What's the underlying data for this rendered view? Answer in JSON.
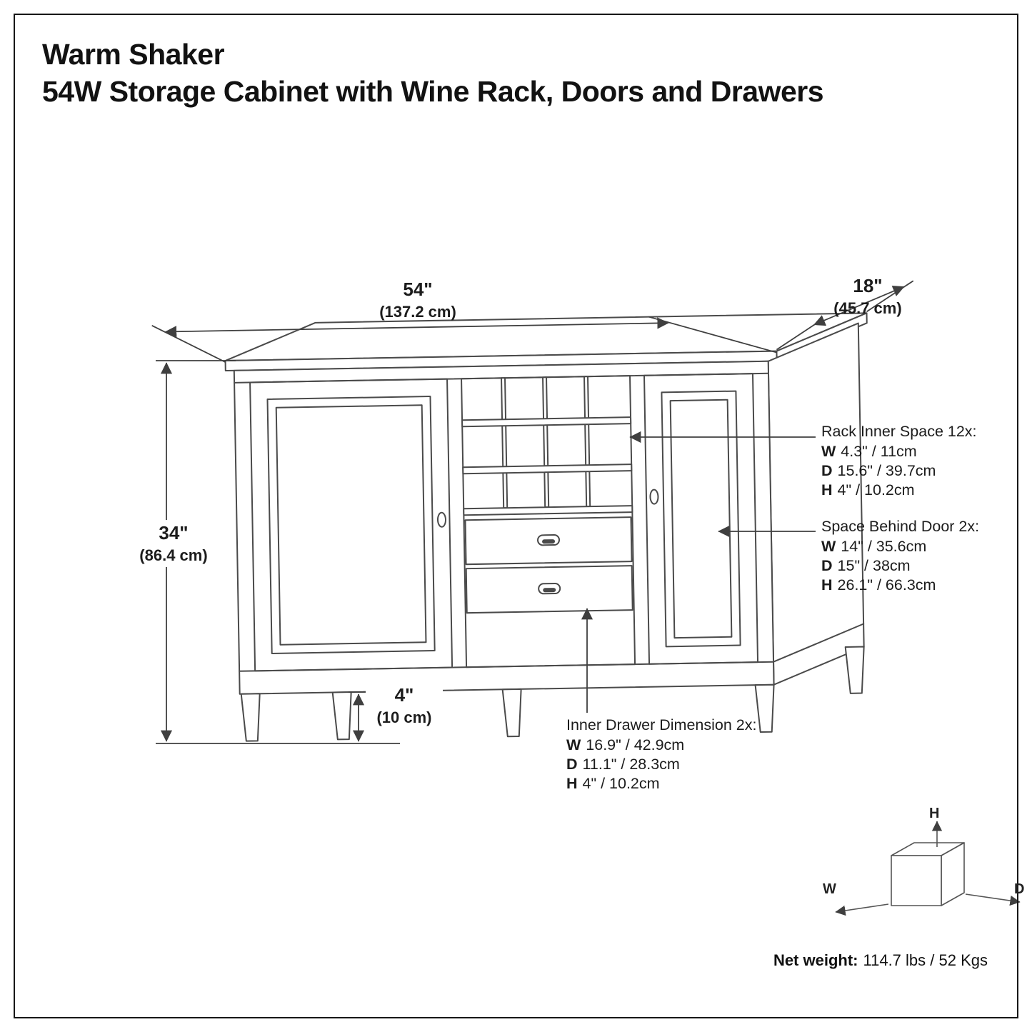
{
  "title": {
    "line1": "Warm Shaker",
    "line2": "54W Storage Cabinet with Wine Rack, Doors and Drawers"
  },
  "dimensions": {
    "width": {
      "value": "54\"",
      "metric": "(137.2 cm)"
    },
    "depth": {
      "value": "18\"",
      "metric": "(45.7 cm)"
    },
    "height": {
      "value": "34\"",
      "metric": "(86.4 cm)"
    },
    "leg_height": {
      "value": "4\"",
      "metric": "(10 cm)"
    }
  },
  "callouts": {
    "rack": {
      "title": "Rack Inner Space 12x:",
      "lines": [
        {
          "label": "W",
          "value": "4.3\" / 11cm"
        },
        {
          "label": "D",
          "value": "15.6\" / 39.7cm"
        },
        {
          "label": "H",
          "value": "4\" / 10.2cm"
        }
      ]
    },
    "door": {
      "title": "Space Behind Door 2x:",
      "lines": [
        {
          "label": "W",
          "value": "14\" / 35.6cm"
        },
        {
          "label": "D",
          "value": "15\" / 38cm"
        },
        {
          "label": "H",
          "value": "26.1\" / 66.3cm"
        }
      ]
    },
    "drawer": {
      "title": "Inner Drawer Dimension 2x:",
      "lines": [
        {
          "label": "W",
          "value": "16.9\" / 42.9cm"
        },
        {
          "label": "D",
          "value": "11.1\" / 28.3cm"
        },
        {
          "label": "H",
          "value": "4\" / 10.2cm"
        }
      ]
    }
  },
  "axis_cube": {
    "h": "H",
    "w": "W",
    "d": "D"
  },
  "net_weight": {
    "label": "Net weight:",
    "value": "114.7 lbs / 52 Kgs"
  }
}
